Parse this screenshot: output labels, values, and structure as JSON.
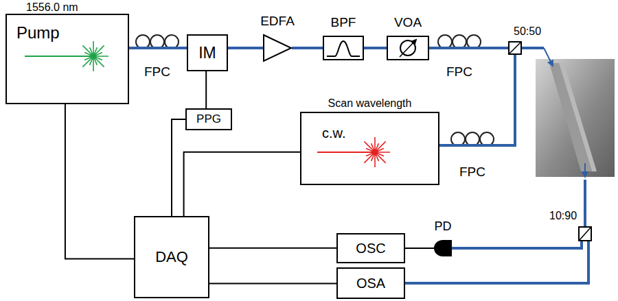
{
  "diagram": {
    "nodes": [
      {
        "text": [
          "1556.0 nm",
          "Pump"
        ]
      },
      {
        "text": [
          "FPC"
        ]
      },
      {
        "text": [
          "IM"
        ]
      },
      {
        "text": [
          "EDFA"
        ]
      },
      {
        "text": [
          "BPF"
        ]
      },
      {
        "text": [
          "VOA"
        ]
      },
      {
        "text": [
          "FPC"
        ]
      },
      {
        "text": [
          "50:50"
        ]
      },
      {
        "text": [
          "PPG"
        ]
      },
      {
        "text": [
          "Scan wavelength",
          "c.w."
        ]
      },
      {
        "text": [
          "FPC"
        ]
      },
      {
        "text": [
          "DAQ"
        ]
      },
      {
        "text": [
          "OSC"
        ]
      },
      {
        "text": [
          "PD"
        ]
      },
      {
        "text": [
          "10:90"
        ]
      },
      {
        "text": [
          "OSA"
        ]
      }
    ],
    "edges": [
      {
        "from": 0,
        "to": 1,
        "arrow": "none"
      },
      {
        "from": 1,
        "to": 2,
        "arrow": "none"
      },
      {
        "from": 2,
        "to": 3,
        "arrow": "none"
      },
      {
        "from": 3,
        "to": 4,
        "arrow": "none"
      },
      {
        "from": 4,
        "to": 5,
        "arrow": "none"
      },
      {
        "from": 5,
        "to": 6,
        "arrow": "none"
      },
      {
        "from": 6,
        "to": 7,
        "arrow": "none"
      },
      {
        "from": 9,
        "to": 10,
        "arrow": "none"
      },
      {
        "from": 10,
        "to": 7,
        "arrow": "none"
      },
      {
        "from": 2,
        "to": 8,
        "arrow": "none"
      },
      {
        "from": 8,
        "to": 11,
        "arrow": "none"
      },
      {
        "from": 9,
        "to": 11,
        "arrow": "none"
      },
      {
        "from": 0,
        "to": 11,
        "arrow": "none"
      },
      {
        "from": 11,
        "to": 12,
        "arrow": "none"
      },
      {
        "from": 11,
        "to": 15,
        "arrow": "none"
      },
      {
        "from": 12,
        "to": 13,
        "arrow": "none"
      },
      {
        "from": 14,
        "to": 13,
        "arrow": "none"
      },
      {
        "from": 14,
        "to": 15,
        "arrow": "none"
      }
    ]
  }
}
